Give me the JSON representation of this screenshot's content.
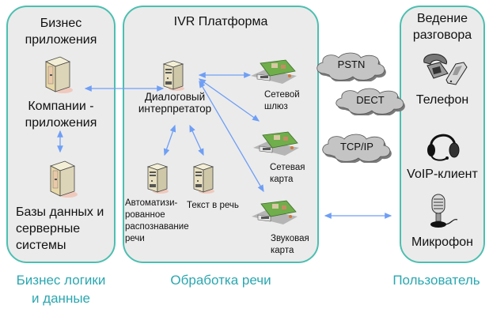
{
  "panels": {
    "business": {
      "title": "Бизнес приложения",
      "app_label": "Компании - приложения",
      "db_label": "Базы данных и серверные системы",
      "caption_line1": "Бизнес логики",
      "caption_line2": "и данные"
    },
    "ivr": {
      "title": "IVR Платформа",
      "interpreter_line1": "Диалоговый",
      "interpreter_line2": "интерпретатор",
      "asr_lines": [
        "Автоматизи-",
        "рованное",
        "распознавание",
        "речи"
      ],
      "tts_label": "Текст в речь",
      "gateway_line1": "Сетевой",
      "gateway_line2": "шлюз",
      "netcard_line1": "Сетевая",
      "netcard_line2": "карта",
      "soundcard_line1": "Звуковая",
      "soundcard_line2": "карта",
      "caption": "Обработка речи"
    },
    "networks": [
      "PSTN",
      "DECT",
      "TCP/IP"
    ],
    "user": {
      "title_line1": "Ведение",
      "title_line2": "разговора",
      "phone_label": "Телефон",
      "voip_label": "VoIP-клиент",
      "mic_label": "Микрофон",
      "caption": "Пользователь"
    }
  },
  "colors": {
    "panel_border": "#4cbfb0",
    "panel_fill": "#ebebeb",
    "caption": "#2aa7b0",
    "arrow": "#6f9ff5",
    "cloud": "#c4c4c4"
  }
}
